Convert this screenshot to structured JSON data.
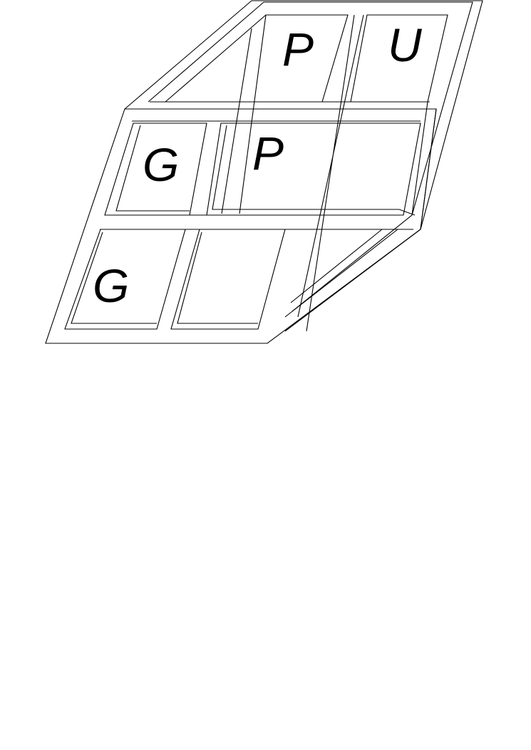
{
  "diagram": {
    "back_face": {
      "top_left": "P",
      "top_right": "U"
    },
    "front_face": {
      "top_left": "G",
      "top_right": "P",
      "bottom_left": "G"
    },
    "colors": {
      "stroke": "#000000",
      "background": "#ffffff"
    }
  }
}
